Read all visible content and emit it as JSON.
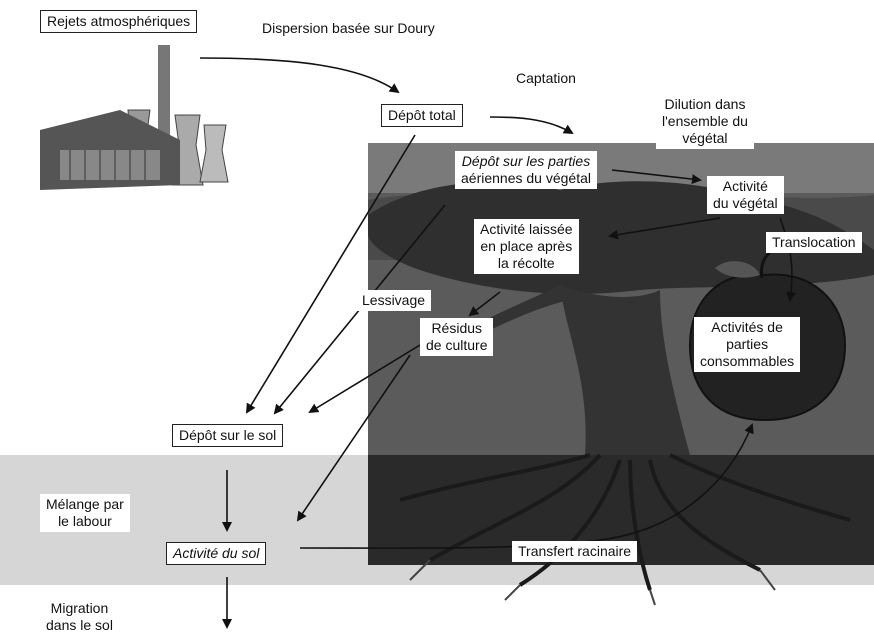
{
  "labels": {
    "rejets": "Rejets atmosphériques",
    "dispersion": "Dispersion basée sur Doury",
    "captation": "Captation",
    "depot_total": "Dépôt total",
    "dilution": [
      "Dilution dans",
      "l'ensemble du",
      "végétal"
    ],
    "depot_parties": [
      "Dépôt sur les parties",
      "aériennes du végétal"
    ],
    "activite_vegetal": [
      "Activité",
      "du végétal"
    ],
    "translocation": "Translocation",
    "activite_laissee": [
      "Activité laissée",
      "en place après",
      "la récolte"
    ],
    "lessivage": "Lessivage",
    "residus": [
      "Résidus",
      "de culture"
    ],
    "activites_consommables": [
      "Activités de",
      "parties",
      "consommables"
    ],
    "depot_sol": "Dépôt sur le sol",
    "melange": [
      "Mélange par",
      "le labour"
    ],
    "activite_sol": "Activité du sol",
    "transfert": "Transfert racinaire",
    "migration": [
      "Migration",
      "dans le sol"
    ]
  },
  "colors": {
    "soil_band": "#d6d6d6",
    "tree_dark": "#3a3a3a",
    "sky_gray": "#6e6e6e",
    "arrow": "#111111"
  },
  "icons": [
    "power-plant-icon",
    "tree-illustration",
    "apple-icon"
  ]
}
